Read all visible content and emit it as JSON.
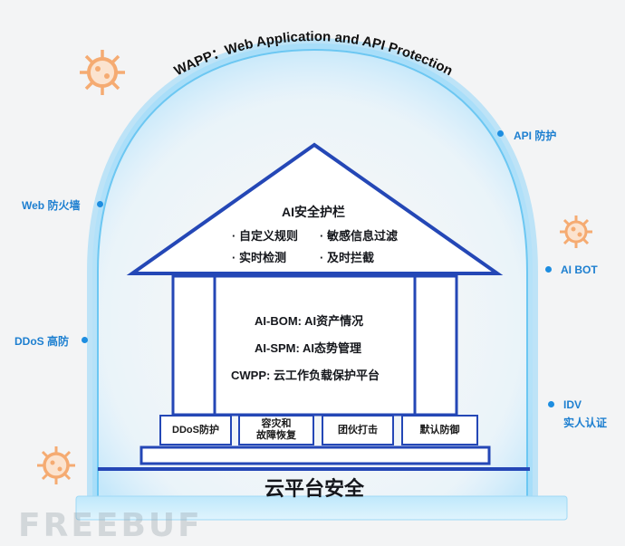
{
  "header": {
    "title": "WAPP：Web Application and API Protection"
  },
  "side_labels": {
    "web_firewall": "Web 防火墙",
    "ddos_high": "DDoS 高防",
    "api_protect": "API 防护",
    "ai_bot": "AI BOT",
    "idv_line1": "IDV",
    "idv_line2": "实人认证"
  },
  "roof": {
    "title": "AI安全护栏",
    "items": [
      "自定义规则",
      "敏感信息过滤",
      "实时检测",
      "及时拦截"
    ]
  },
  "middle": {
    "items": [
      "AI-BOM: AI资产情况",
      "AI-SPM: AI态势管理",
      "CWPP: 云工作负载保护平台"
    ]
  },
  "base": {
    "boxes": [
      "DDoS防护",
      "容灾和\n故障恢复",
      "团伙打击",
      "默认防御"
    ]
  },
  "foundation": {
    "title": "云平台安全"
  },
  "watermark": "FREEBUF",
  "colors": {
    "accent": "#1d8de0",
    "structure": "#2447b6",
    "virus": "#f5b07a"
  },
  "icons": [
    "virus-icon",
    "virus-icon",
    "virus-icon"
  ]
}
